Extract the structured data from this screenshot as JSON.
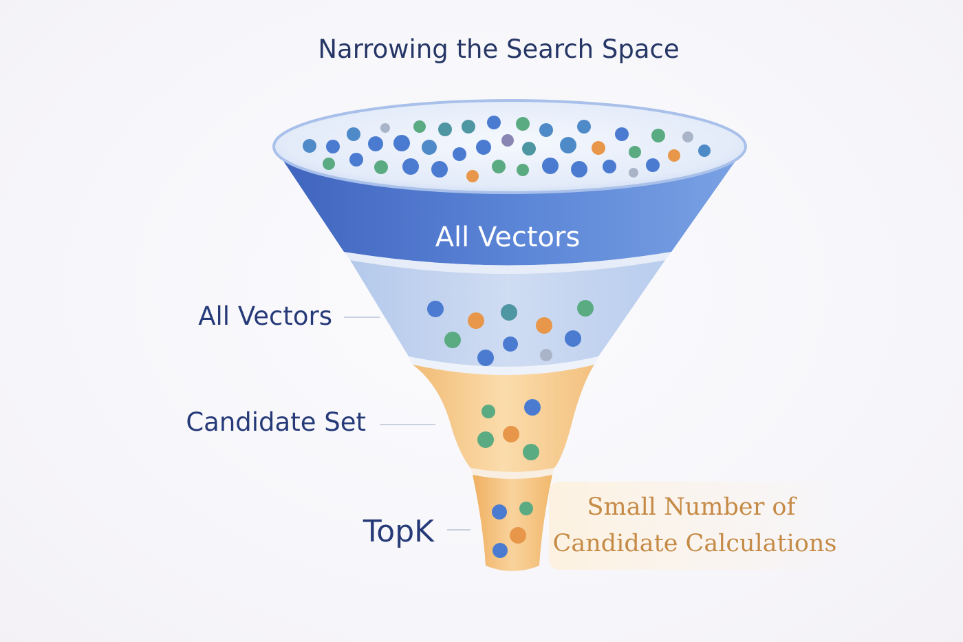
{
  "diagram": {
    "title": "Narrowing the Search Space",
    "top_band_label": "All Vectors",
    "stages": [
      {
        "id": "all-vectors",
        "label": "All Vectors"
      },
      {
        "id": "candidate-set",
        "label": "Candidate Set"
      },
      {
        "id": "topk",
        "label": "TopK"
      }
    ],
    "note": {
      "line1": "Small Number of",
      "line2": "Candidate Calculations"
    },
    "colors": {
      "title": "#263766",
      "label": "#263a78",
      "funnel_blue": "#4f78cf",
      "funnel_light_blue": "#c3d5ef",
      "funnel_orange": "#f3c486",
      "note_text": "#c58a45",
      "dot_blue": "#4a7bd1",
      "dot_green": "#5aab82",
      "dot_teal": "#4e96a2",
      "dot_orange": "#e8974a",
      "dot_gray": "#aab4c8",
      "dot_purple": "#8a86b4"
    }
  }
}
